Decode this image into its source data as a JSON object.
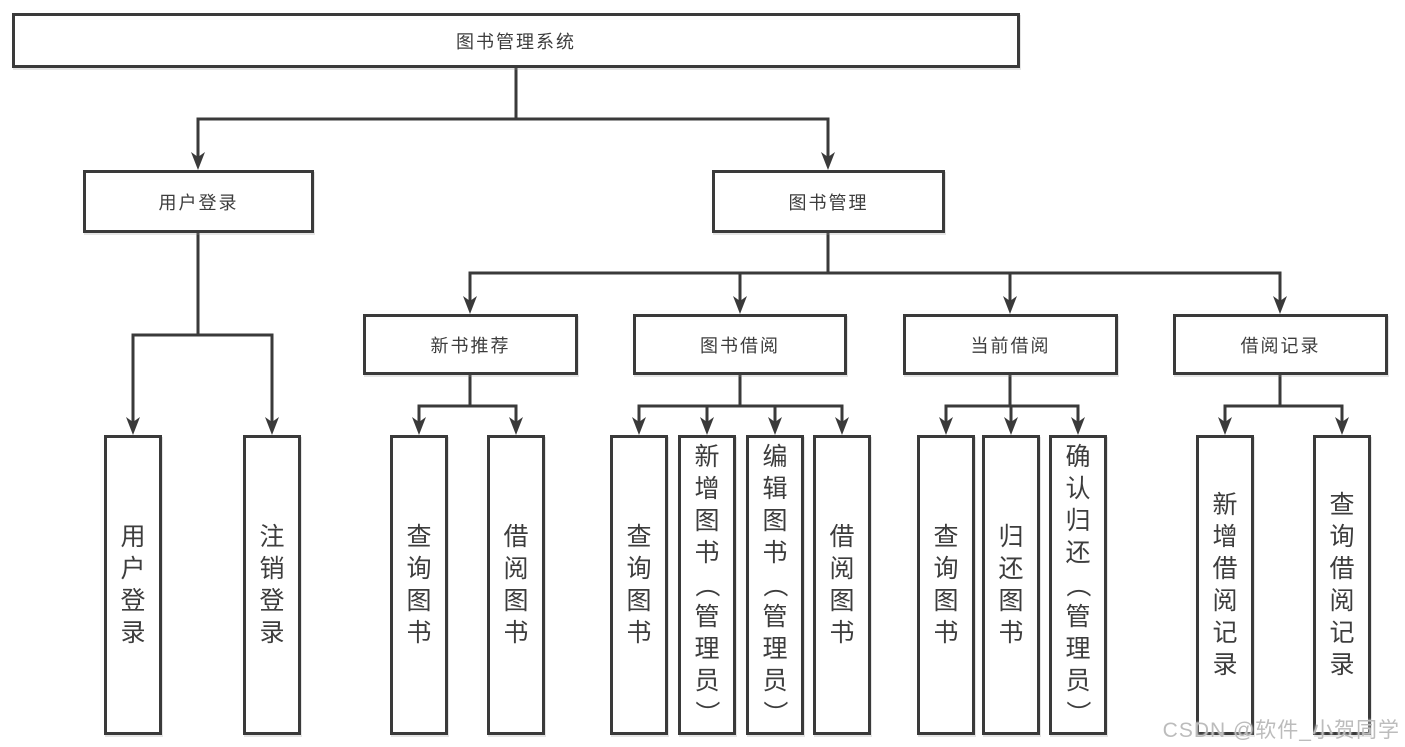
{
  "colors": {
    "line": "#3a3a3a",
    "text": "#3d3d3d",
    "watermark": "#bcbcbc",
    "background": "#ffffff"
  },
  "watermark": {
    "text": "CSDN @软件_小贺同学"
  },
  "tree": {
    "label": "图书管理系统",
    "children": [
      {
        "label": "用户登录",
        "children": [
          {
            "label": "用户登录"
          },
          {
            "label": "注销登录"
          }
        ]
      },
      {
        "label": "图书管理",
        "children": [
          {
            "label": "新书推荐",
            "children": [
              {
                "label": "查询图书"
              },
              {
                "label": "借阅图书"
              }
            ]
          },
          {
            "label": "图书借阅",
            "children": [
              {
                "label": "查询图书"
              },
              {
                "label": "新增图书（管理员）"
              },
              {
                "label": "编辑图书（管理员）"
              },
              {
                "label": "借阅图书"
              }
            ]
          },
          {
            "label": "当前借阅",
            "children": [
              {
                "label": "查询图书"
              },
              {
                "label": "归还图书"
              },
              {
                "label": "确认归还（管理员）"
              }
            ]
          },
          {
            "label": "借阅记录",
            "children": [
              {
                "label": "新增借阅记录"
              },
              {
                "label": "查询借阅记录"
              }
            ]
          }
        ]
      }
    ]
  }
}
